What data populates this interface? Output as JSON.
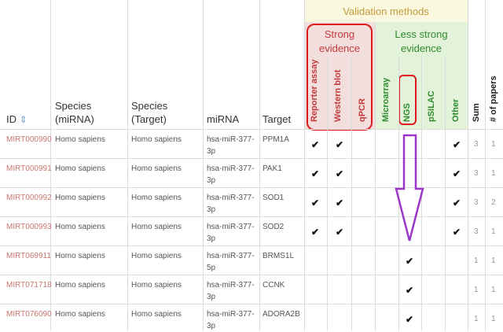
{
  "header": {
    "validation_methods": "Validation methods",
    "strong_evidence": "Strong evidence",
    "less_strong_evidence": "Less strong evidence",
    "columns": {
      "id": "ID",
      "species_mirna": "Species (miRNA)",
      "species_target": "Species (Target)",
      "mirna": "miRNA",
      "target": "Target",
      "reporter_assay": "Reporter assay",
      "western_blot": "Western blot",
      "qpcr": "qPCR",
      "microarray": "Microarray",
      "ngs": "NGS",
      "psilac": "pSILAC",
      "other": "Other",
      "sum": "Sum",
      "papers": "# of papers"
    }
  },
  "colors": {
    "validation_header_bg": "#fbf8e0",
    "validation_text": "#c49a3a",
    "strong_bg": "#f3dede",
    "strong_text": "#c43a3a",
    "less_strong_bg": "#e3f3d9",
    "less_strong_text": "#2e8b2e",
    "red_outline": "#e0191c",
    "arrow": "#9a36c9",
    "id_link": "#c9776f"
  },
  "rows": [
    {
      "id": "MIRT000990",
      "species_mirna": "Homo sapiens",
      "species_target": "Homo sapiens",
      "mirna": "hsa-miR-377-3p",
      "target": "PPM1A",
      "reporter": "✔",
      "western": "✔",
      "qpcr": "",
      "microarray": "",
      "ngs": "",
      "psilac": "",
      "other": "✔",
      "sum": "3",
      "papers": "1"
    },
    {
      "id": "MIRT000991",
      "species_mirna": "Homo sapiens",
      "species_target": "Homo sapiens",
      "mirna": "hsa-miR-377-3p",
      "target": "PAK1",
      "reporter": "✔",
      "western": "✔",
      "qpcr": "",
      "microarray": "",
      "ngs": "",
      "psilac": "",
      "other": "✔",
      "sum": "3",
      "papers": "1"
    },
    {
      "id": "MIRT000992",
      "species_mirna": "Homo sapiens",
      "species_target": "Homo sapiens",
      "mirna": "hsa-miR-377-3p",
      "target": "SOD1",
      "reporter": "✔",
      "western": "✔",
      "qpcr": "",
      "microarray": "",
      "ngs": "",
      "psilac": "",
      "other": "✔",
      "sum": "3",
      "papers": "2"
    },
    {
      "id": "MIRT000993",
      "species_mirna": "Homo sapiens",
      "species_target": "Homo sapiens",
      "mirna": "hsa-miR-377-3p",
      "target": "SOD2",
      "reporter": "✔",
      "western": "✔",
      "qpcr": "",
      "microarray": "",
      "ngs": "",
      "psilac": "",
      "other": "✔",
      "sum": "3",
      "papers": "1"
    },
    {
      "id": "MIRT069911",
      "species_mirna": "Homo sapiens",
      "species_target": "Homo sapiens",
      "mirna": "hsa-miR-377-5p",
      "target": "BRMS1L",
      "reporter": "",
      "western": "",
      "qpcr": "",
      "microarray": "",
      "ngs": "✔",
      "psilac": "",
      "other": "",
      "sum": "1",
      "papers": "1"
    },
    {
      "id": "MIRT071718",
      "species_mirna": "Homo sapiens",
      "species_target": "Homo sapiens",
      "mirna": "hsa-miR-377-3p",
      "target": "CCNK",
      "reporter": "",
      "western": "",
      "qpcr": "",
      "microarray": "",
      "ngs": "✔",
      "psilac": "",
      "other": "",
      "sum": "1",
      "papers": "1"
    },
    {
      "id": "MIRT076090",
      "species_mirna": "Homo sapiens",
      "species_target": "Homo sapiens",
      "mirna": "hsa-miR-377-3p",
      "target": "ADORA2B",
      "reporter": "",
      "western": "",
      "qpcr": "",
      "microarray": "",
      "ngs": "✔",
      "psilac": "",
      "other": "",
      "sum": "1",
      "papers": "1"
    }
  ]
}
